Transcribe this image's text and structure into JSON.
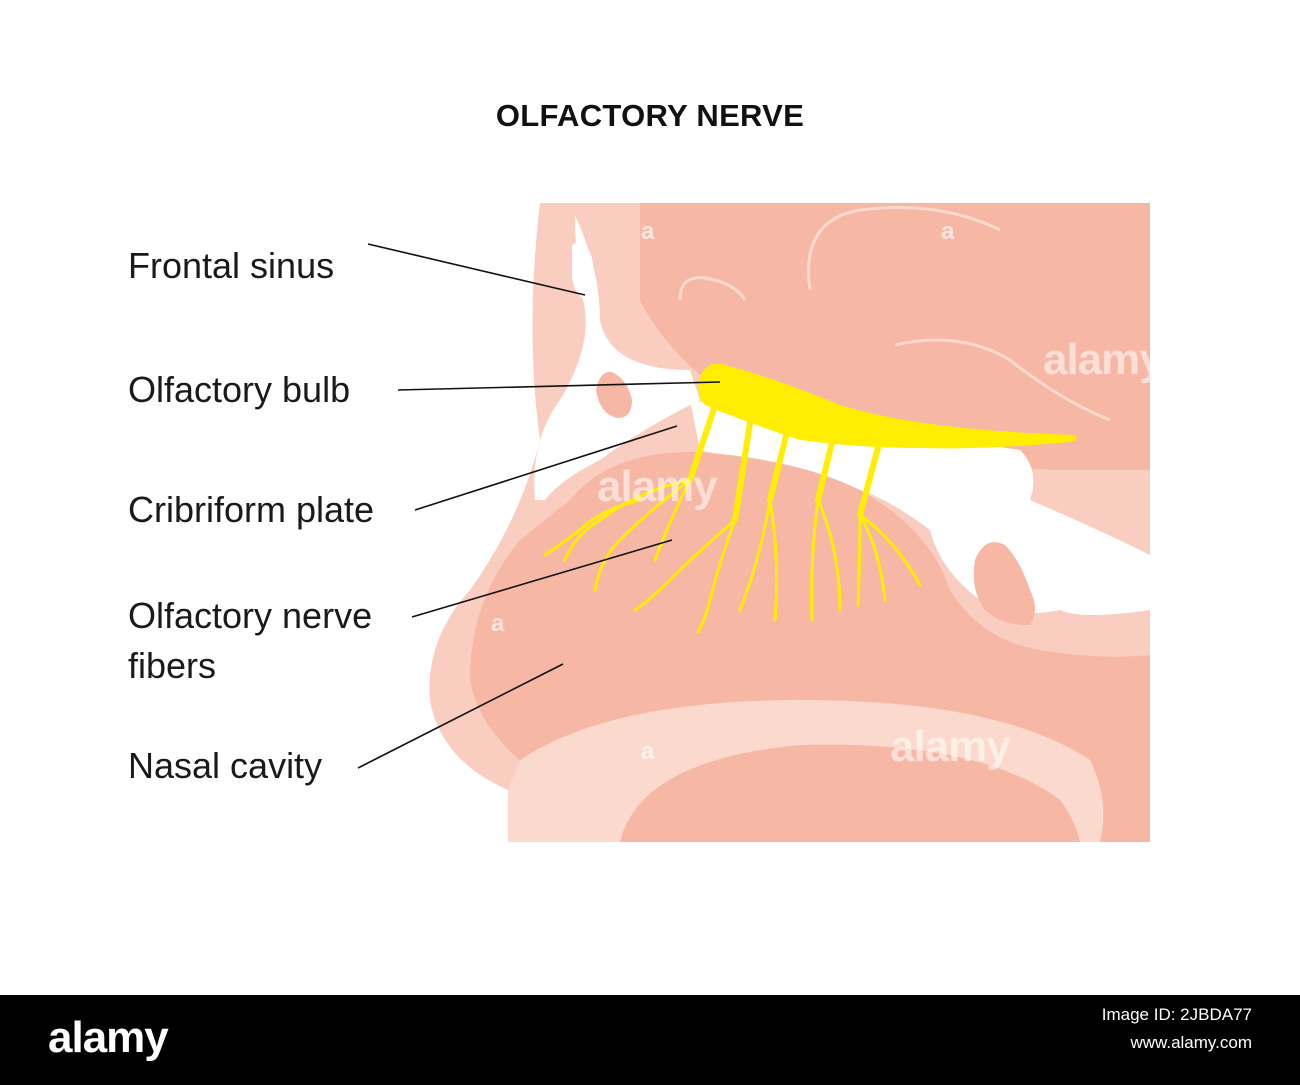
{
  "title": "OLFACTORY NERVE",
  "labels": {
    "frontal_sinus": "Frontal sinus",
    "olfactory_bulb": "Olfactory bulb",
    "cribriform_plate": "Cribriform plate",
    "nerve_fibers_line1": "Olfactory nerve",
    "nerve_fibers_line2": "fibers",
    "nasal_cavity": "Nasal cavity"
  },
  "colors": {
    "tissue_light": "#f9cdbf",
    "tissue_mid": "#f6b7a5",
    "tissue_pale": "#fbd9cd",
    "nerve": "#ffee00",
    "leader_line": "#111111",
    "footer": "#000000"
  },
  "watermark": {
    "word": "alamy",
    "letter": "a"
  },
  "footer": {
    "brand": "alamy",
    "image_id": "Image ID: 2JBDA77",
    "site": "www.alamy.com"
  }
}
